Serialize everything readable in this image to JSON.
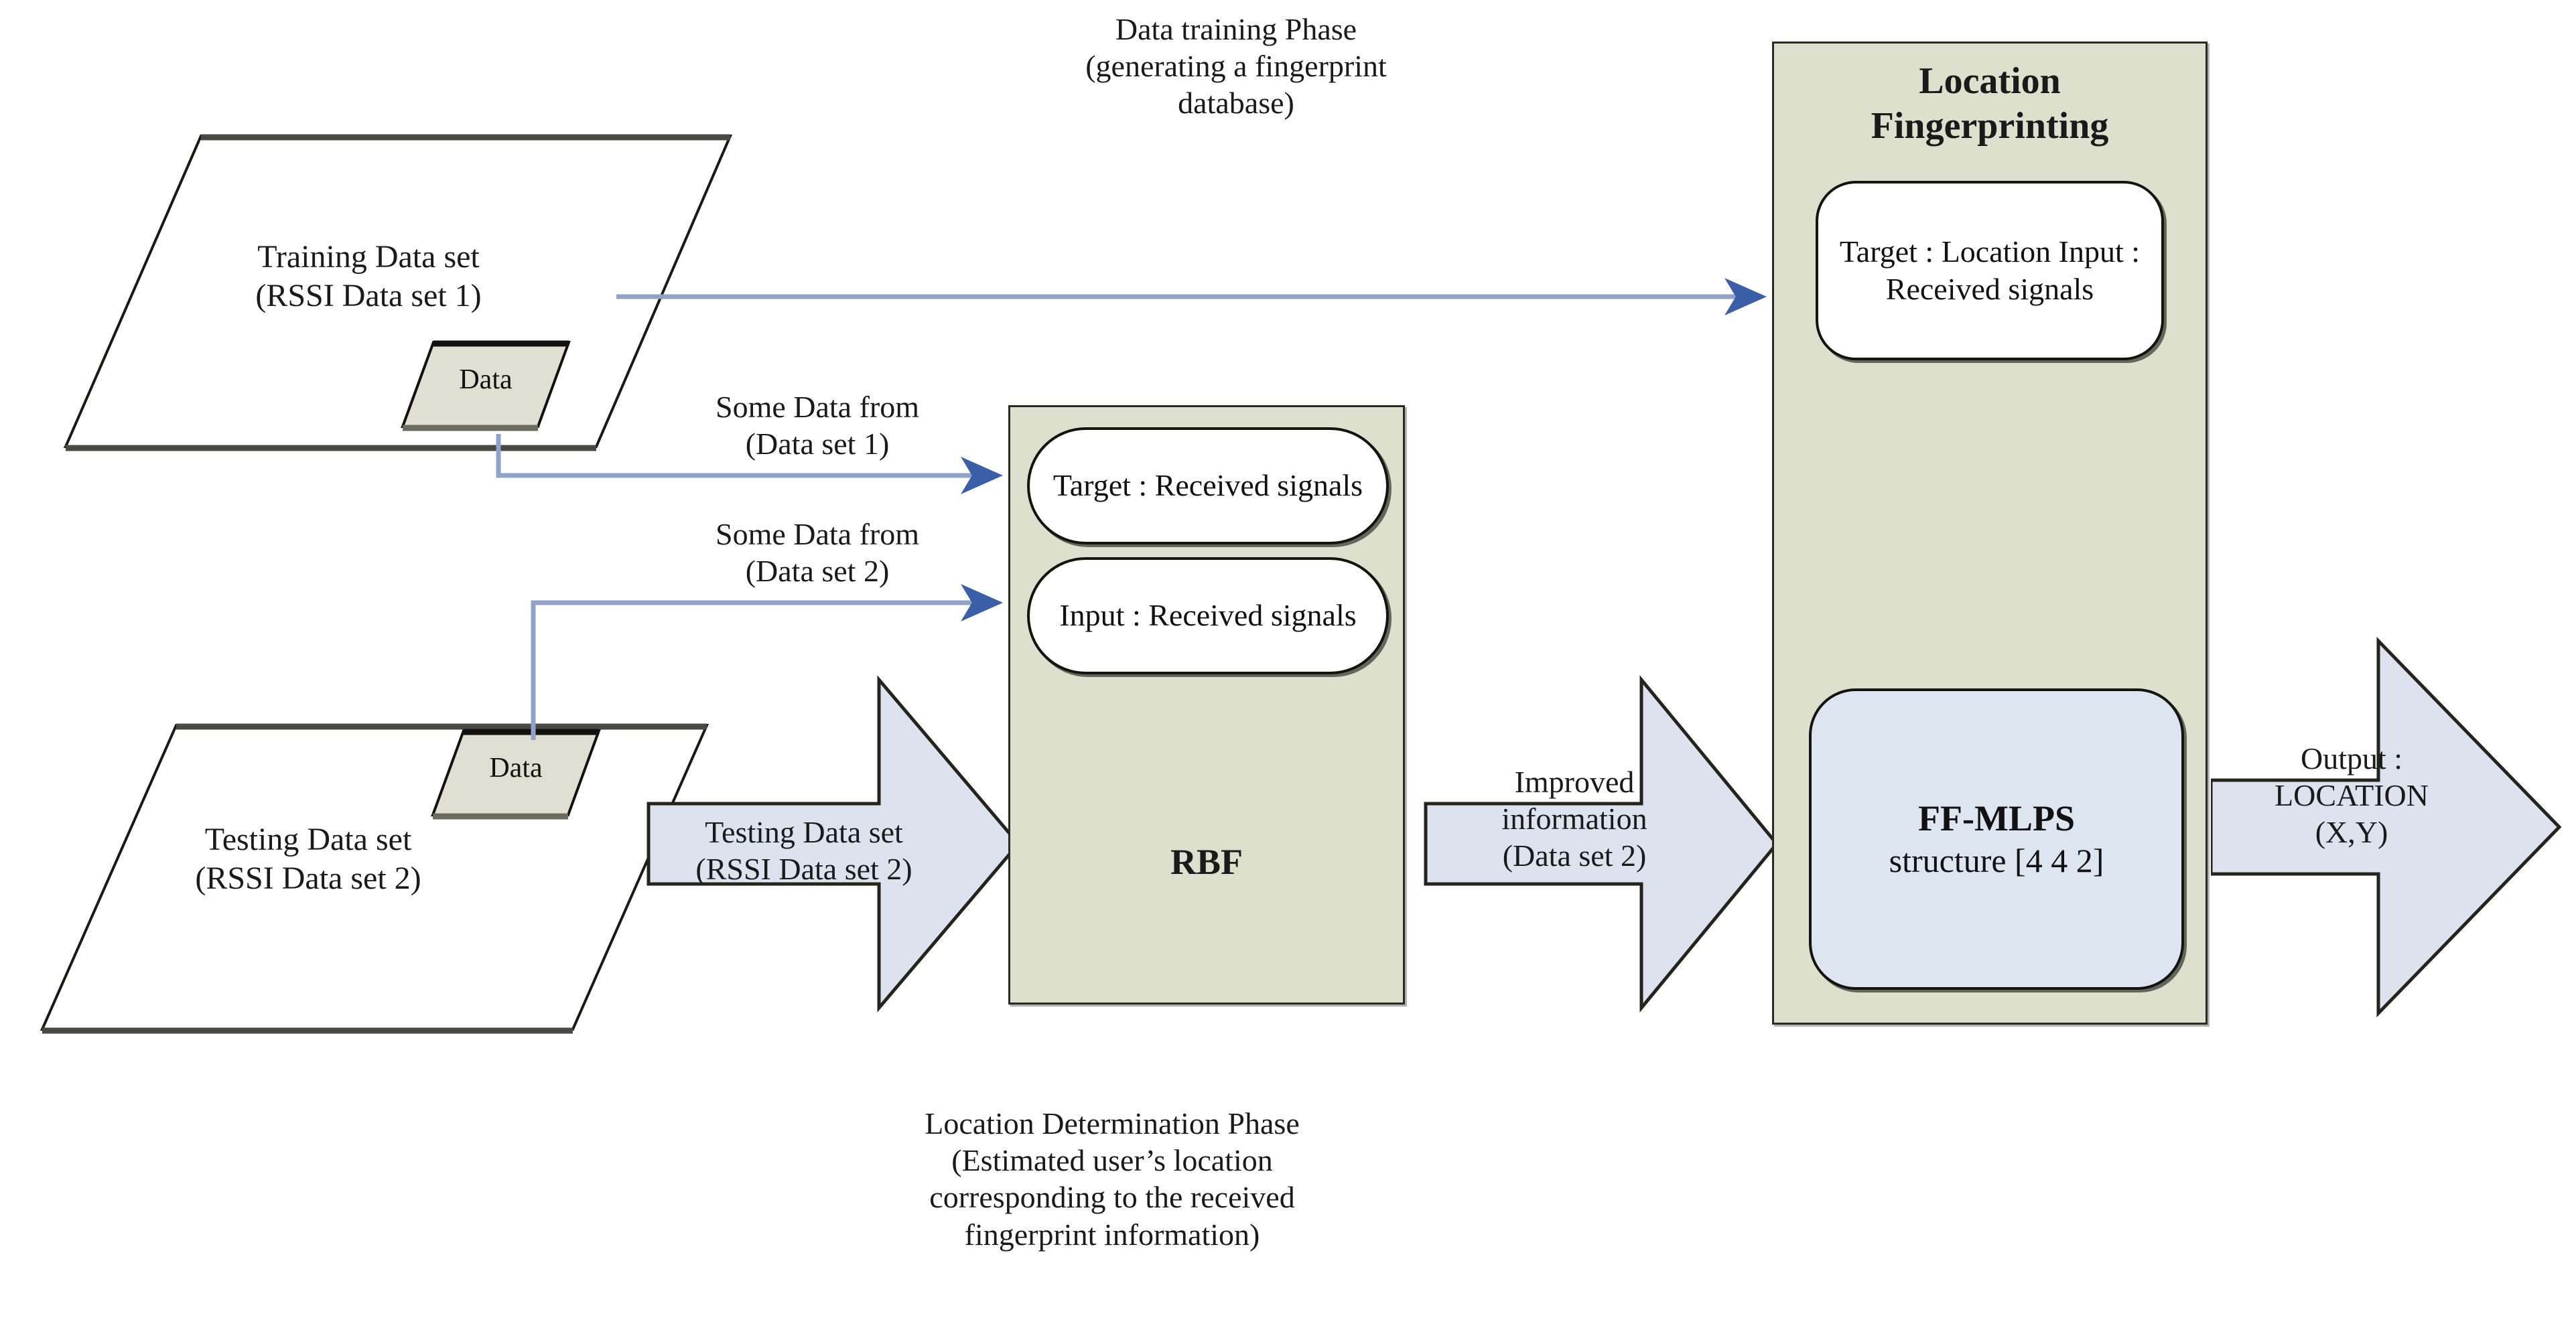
{
  "figure": {
    "type": "flow-diagram",
    "title": "Location fingerprinting flow with RBF and FF-MLPS"
  },
  "phases": {
    "training": {
      "line1": "Data training Phase",
      "line2": "(generating a fingerprint",
      "line3": "database)",
      "full": "Data training Phase\n(generating a fingerprint\ndatabase)"
    },
    "determination": {
      "line1": "Location Determination Phase",
      "line2": "(Estimated user’s location",
      "line3": "corresponding to the received",
      "line4": "fingerprint information)",
      "full": "Location Determination Phase\n(Estimated user’s location\ncorresponding to the received\nfingerprint information)"
    }
  },
  "datastores": {
    "training": {
      "label_line1": "Training Data set",
      "label_line2": "(RSSI Data set 1)",
      "full": "Training Data set\n(RSSI Data set 1)",
      "slab_label": "Data"
    },
    "testing": {
      "label_line1": "Testing Data set",
      "label_line2": "(RSSI Data set 2)",
      "full": "Testing Data set\n(RSSI Data set 2)",
      "slab_label": "Data"
    }
  },
  "connectors": {
    "some_data_1": {
      "line1": "Some Data from",
      "line2": "(Data set 1)",
      "full": "Some Data from\n(Data set 1)"
    },
    "some_data_2": {
      "line1": "Some Data from",
      "line2": "(Data set 2)",
      "full": "Some Data from\n(Data set 2)"
    }
  },
  "block_arrows": {
    "testing_input": {
      "line1": "Testing Data set",
      "line2": "(RSSI Data set 2)",
      "full": "Testing Data set\n(RSSI Data set 2)"
    },
    "improved": {
      "line1": "Improved",
      "line2": "information",
      "line3": "(Data set 2)",
      "full": "Improved\ninformation\n(Data set 2)"
    },
    "output": {
      "line1": "Output :",
      "line2": "LOCATION",
      "line3": "(X,Y)",
      "full": "Output :\nLOCATION\n(X,Y)"
    }
  },
  "rbf_panel": {
    "title": "RBF",
    "target_pill": {
      "line1": "Target : Received",
      "line2": "signals",
      "full": "Target : Received\nsignals"
    },
    "input_pill": {
      "line1": "Input : Received",
      "line2": "signals",
      "full": "Input : Received\nsignals"
    }
  },
  "fingerprint_panel": {
    "title_line1": "Location",
    "title_line2": "Fingerprinting",
    "title_full": "Location\nFingerprinting",
    "target_pill": {
      "line1": "Target : Location",
      "line2": "Input : Received",
      "line3": "signals",
      "full": "Target : Location\nInput : Received\nsignals"
    },
    "model_pill": {
      "line1": "FF-MLPS",
      "line2": "structure [4 4 2]"
    }
  },
  "colors": {
    "panel_green": "#dde0cc",
    "arrow_blue": "#dce3ef",
    "pill_blue": "#dde5f1",
    "slab_fill": "#dfe0d2",
    "line_blue": "#8fa2c8",
    "arrowhead_blue": "#3a5fa8",
    "outline": "#1a1a14",
    "text": "#1a1a1a"
  }
}
